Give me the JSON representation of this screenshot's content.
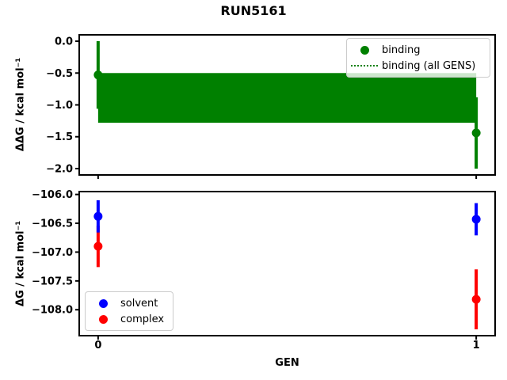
{
  "figure": {
    "title": "RUN5161",
    "background_color": "#ffffff"
  },
  "chart_data": [
    {
      "type": "scatter",
      "title": "RUN5161",
      "xlabel": "GEN",
      "ylabel": "ΔΔG / kcal mol⁻¹",
      "grid": false,
      "xlim": [
        -0.05,
        1.05
      ],
      "ylim": [
        -2.1,
        0.1
      ],
      "x_ticks": [
        0,
        1
      ],
      "x_tick_labels": [
        "0",
        "1"
      ],
      "y_ticks": [
        0.0,
        -0.5,
        -1.0,
        -1.5,
        -2.0
      ],
      "y_tick_labels": [
        "0.0",
        "−0.5",
        "−1.0",
        "−1.5",
        "−2.0"
      ],
      "series": [
        {
          "name": "binding",
          "color": "#008000",
          "marker": "circle",
          "x": [
            0,
            1
          ],
          "y": [
            -0.53,
            -1.44
          ],
          "yerr": [
            0.53,
            0.56
          ]
        }
      ],
      "band": {
        "name": "binding (all GENS)",
        "color": "#008000",
        "x_range": [
          0,
          1
        ],
        "mean": -0.89,
        "upper": -0.5,
        "lower": -1.28,
        "mean_line_style": "dotted"
      },
      "legend": {
        "position": "upper-right",
        "items": [
          {
            "label": "binding",
            "marker": "circle",
            "color": "#008000"
          },
          {
            "label": "binding (all GENS)",
            "marker": "dotted-line",
            "color": "#008000"
          }
        ]
      }
    },
    {
      "type": "scatter",
      "title": "",
      "xlabel": "GEN",
      "ylabel": "ΔG / kcal mol⁻¹",
      "grid": false,
      "xlim": [
        -0.05,
        1.05
      ],
      "ylim": [
        -108.45,
        -105.95
      ],
      "x_ticks": [
        0,
        1
      ],
      "x_tick_labels": [
        "0",
        "1"
      ],
      "y_ticks": [
        -106.0,
        -106.5,
        -107.0,
        -107.5,
        -108.0
      ],
      "y_tick_labels": [
        "−106.0",
        "−106.5",
        "−107.0",
        "−107.5",
        "−108.0"
      ],
      "series": [
        {
          "name": "solvent",
          "color": "#0000ff",
          "marker": "circle",
          "x": [
            0,
            1
          ],
          "y": [
            -106.38,
            -106.43
          ],
          "yerr": [
            0.28,
            0.28
          ]
        },
        {
          "name": "complex",
          "color": "#ff0000",
          "marker": "circle",
          "x": [
            0,
            1
          ],
          "y": [
            -106.9,
            -107.82
          ],
          "yerr": [
            0.36,
            0.52
          ]
        }
      ],
      "legend": {
        "position": "lower-left",
        "items": [
          {
            "label": "solvent",
            "marker": "circle",
            "color": "#0000ff"
          },
          {
            "label": "complex",
            "marker": "circle",
            "color": "#ff0000"
          }
        ]
      }
    }
  ]
}
